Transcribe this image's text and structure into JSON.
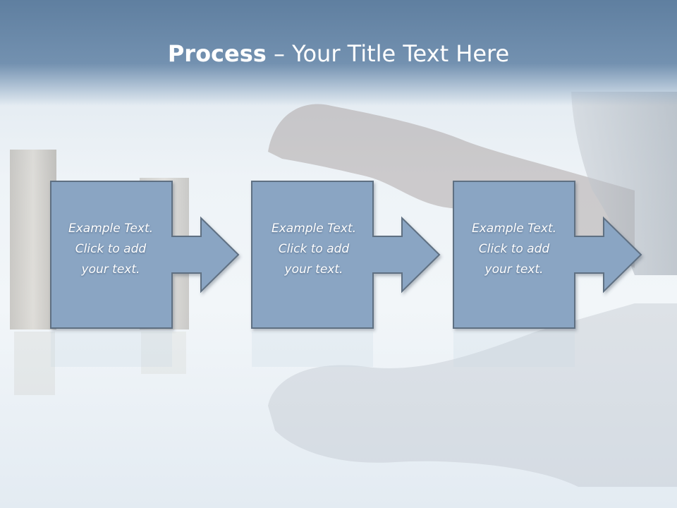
{
  "slide": {
    "title_bold": "Process",
    "title_rest": " – Your Title Text Here"
  },
  "steps": [
    {
      "lines": [
        "Example Text.",
        "Click  to add",
        "your text."
      ]
    },
    {
      "lines": [
        "Example Text.",
        "Click  to add",
        "your text."
      ]
    },
    {
      "lines": [
        "Example Text.",
        "Click  to add",
        "your text."
      ]
    }
  ],
  "colors": {
    "title_band": "#6a89a9",
    "box_fill": "#8aa5c3",
    "box_stroke": "#5f6f82",
    "text": "#ffffff"
  }
}
